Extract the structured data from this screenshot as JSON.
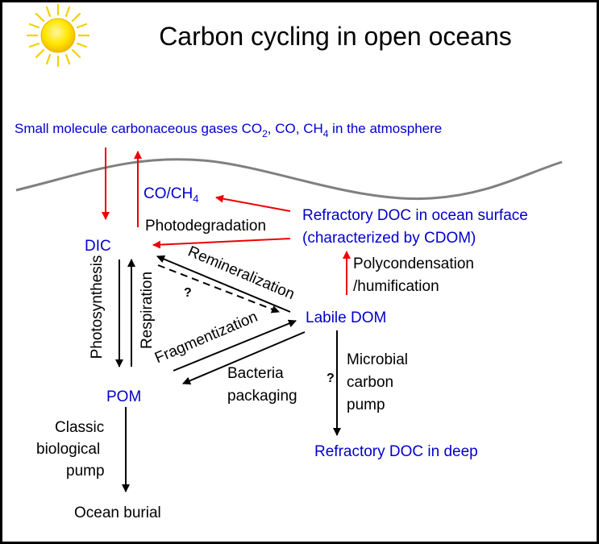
{
  "title": "Carbon cycling in open oceans",
  "atmosphere": {
    "prefix": "Small molecule carbonaceous gases CO",
    "co2_sub": "2",
    "middle": ", CO, CH",
    "ch4_sub": "4",
    "suffix": " in the atmosphere"
  },
  "nodes": {
    "co_ch4": {
      "main": "CO/CH",
      "sub": "4"
    },
    "dic": "DIC",
    "pom": "POM",
    "labile_dom": "Labile DOM",
    "refractory_surface_line1": "Refractory DOC in ocean surface",
    "refractory_surface_line2": "(characterized by CDOM)",
    "refractory_deep": "Refractory DOC in deep",
    "ocean_burial": "Ocean burial"
  },
  "process_labels": {
    "photodegradation": "Photodegradation",
    "polycondensation_line1": "Polycondensation",
    "polycondensation_line2": "/humification",
    "photosynthesis": "Photosynthesis",
    "respiration": "Respiration",
    "remineralization": "Remineralization",
    "fragmentization": "Fragmentization",
    "bacteria_line1": "Bacteria",
    "bacteria_line2": "packaging",
    "microbial_line1": "Microbial",
    "microbial_line2": "carbon",
    "microbial_line3": "pump",
    "classic_line1": "Classic",
    "classic_line2": "biological",
    "classic_line3": "pump",
    "question_dashed": "?",
    "question_deep": "?"
  },
  "colors": {
    "node_text": "#0000cc",
    "label_text": "#000000",
    "red_arrow": "#ee0000",
    "black_arrow": "#000000",
    "sea_line": "#808080",
    "sun": "#ffe600",
    "sun_rays": "#f5d000"
  }
}
